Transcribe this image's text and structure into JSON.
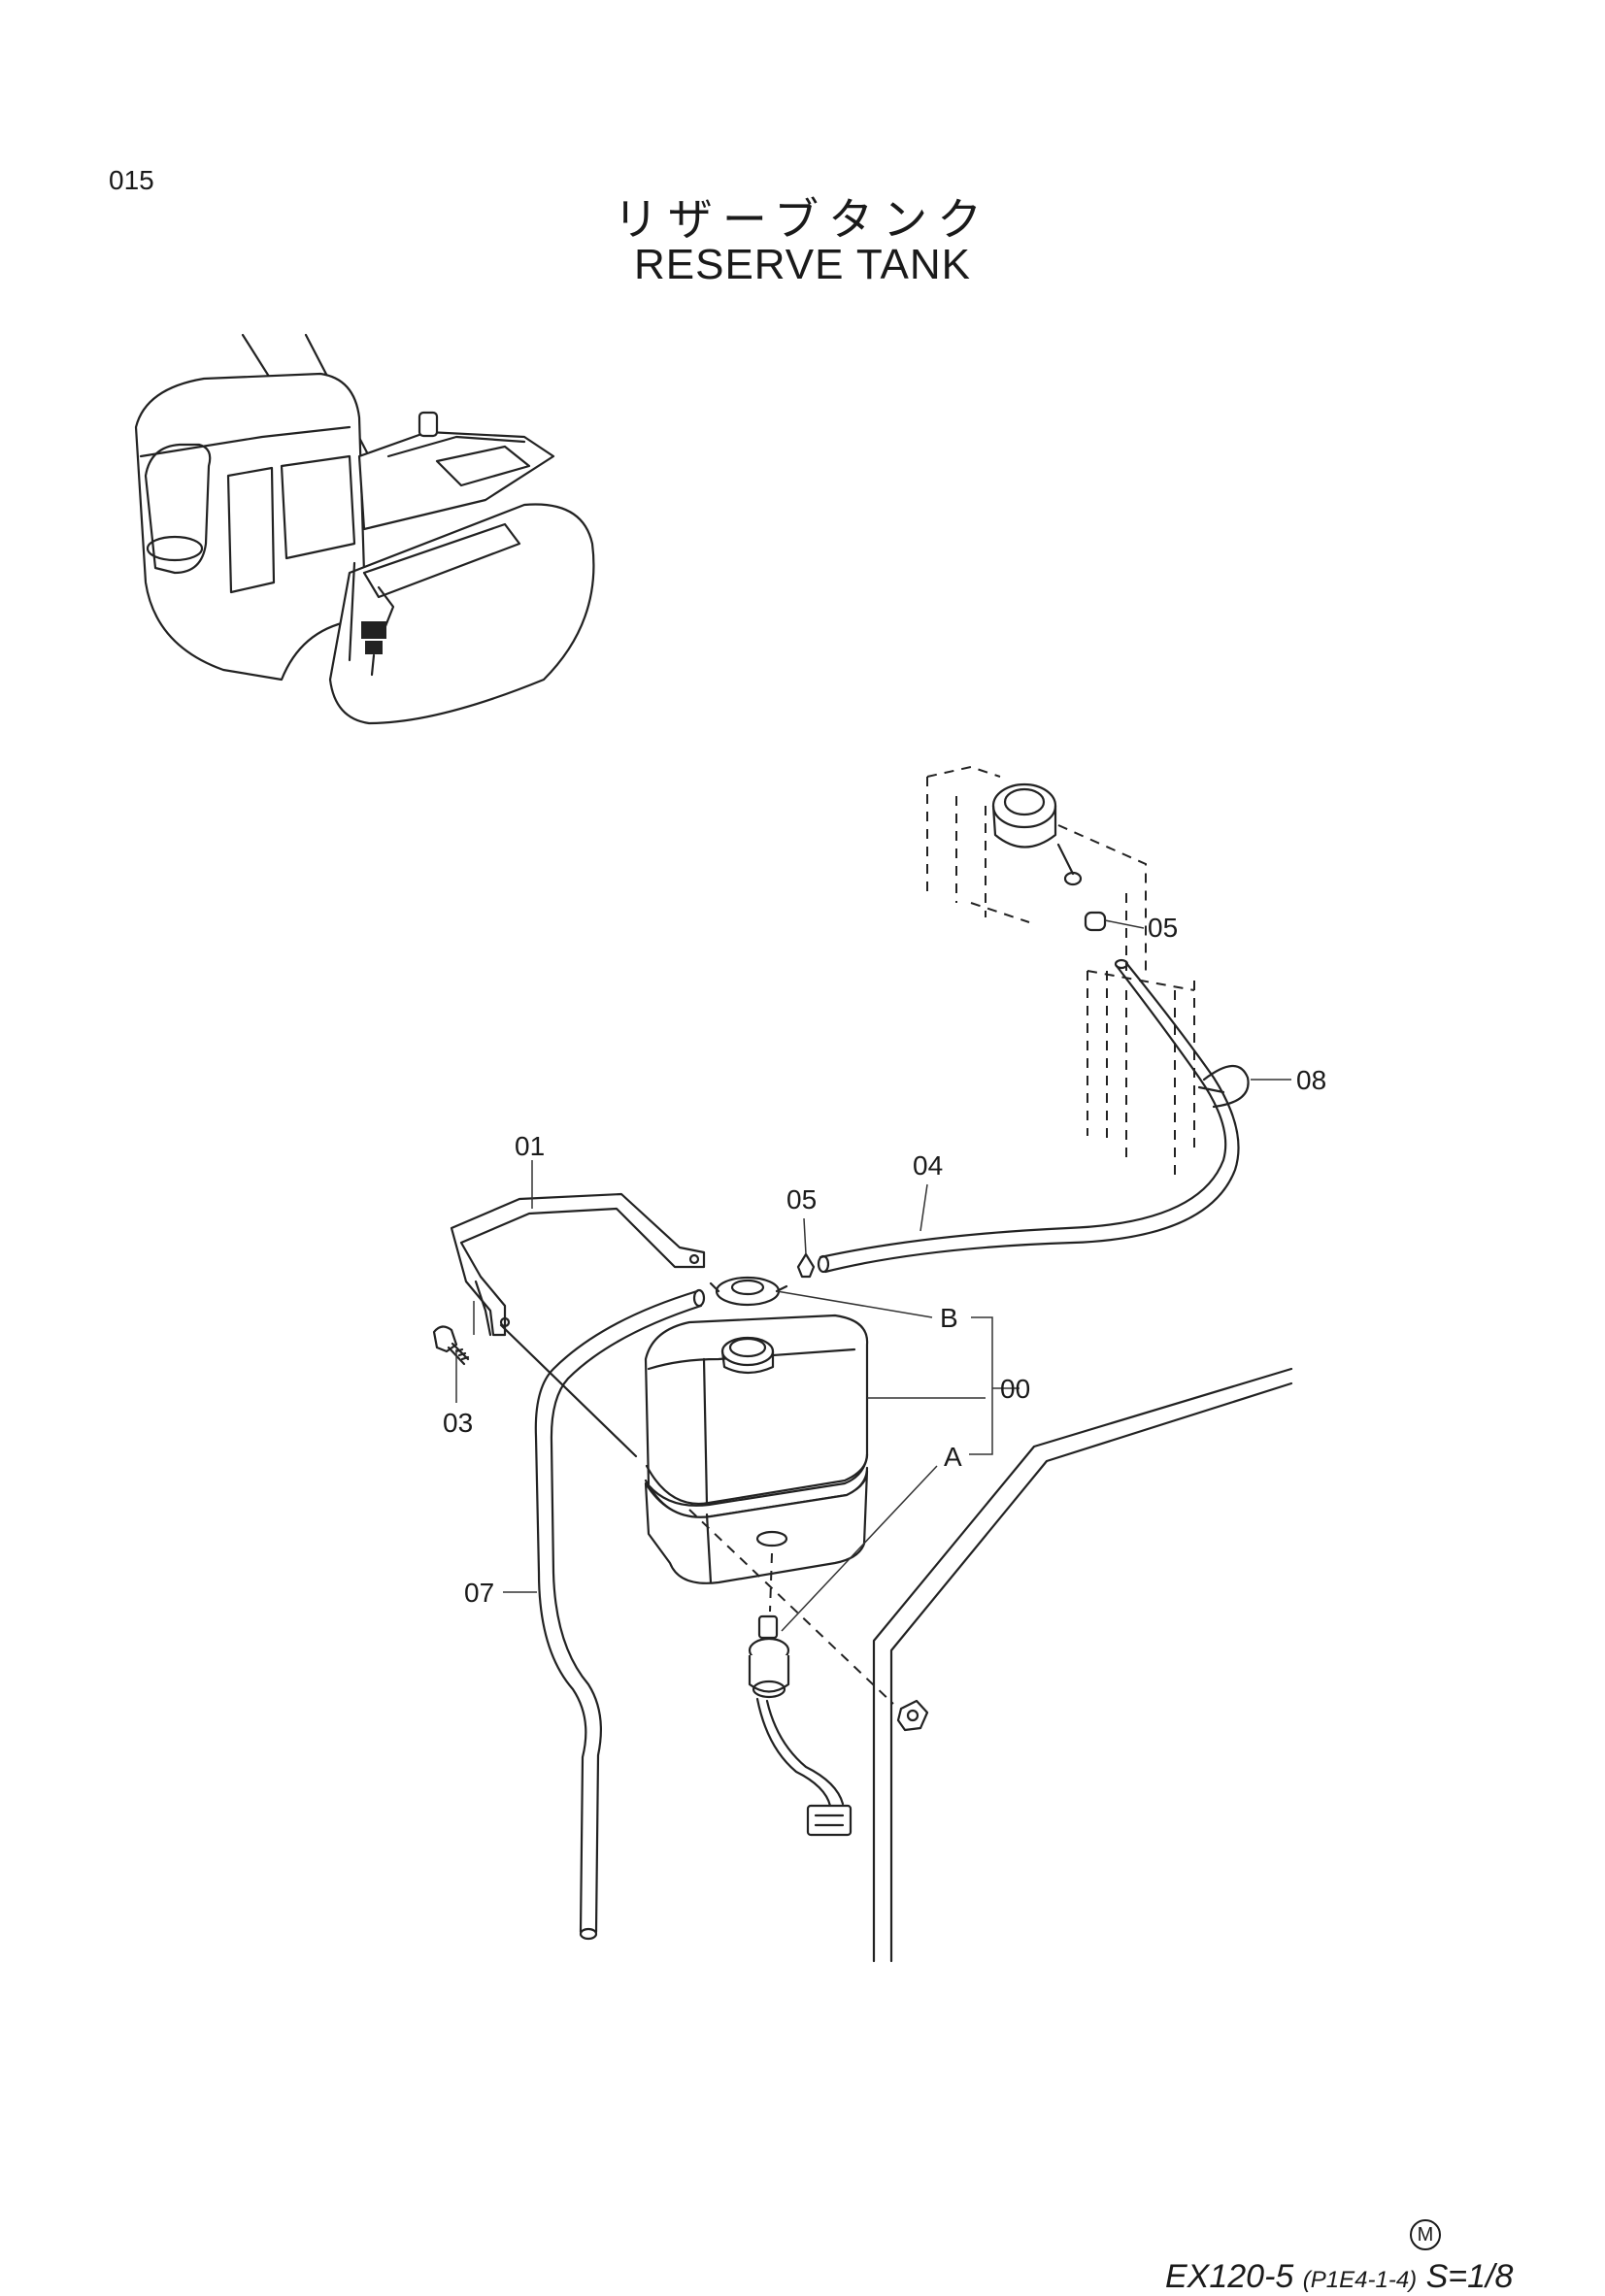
{
  "page_number": "015",
  "title_jp": "リザーブタンク",
  "title_en": "RESERVE TANK",
  "callouts": {
    "p00": "00",
    "p01": "01",
    "p03": "03",
    "p04": "04",
    "p05a": "05",
    "p05b": "05",
    "p07": "07",
    "p08": "08",
    "ref_a": "A",
    "ref_b": "B"
  },
  "footer": {
    "mark": "M",
    "model": "EX120-5",
    "code": "(P1E4-1-4)",
    "scale": "S=1/8"
  }
}
